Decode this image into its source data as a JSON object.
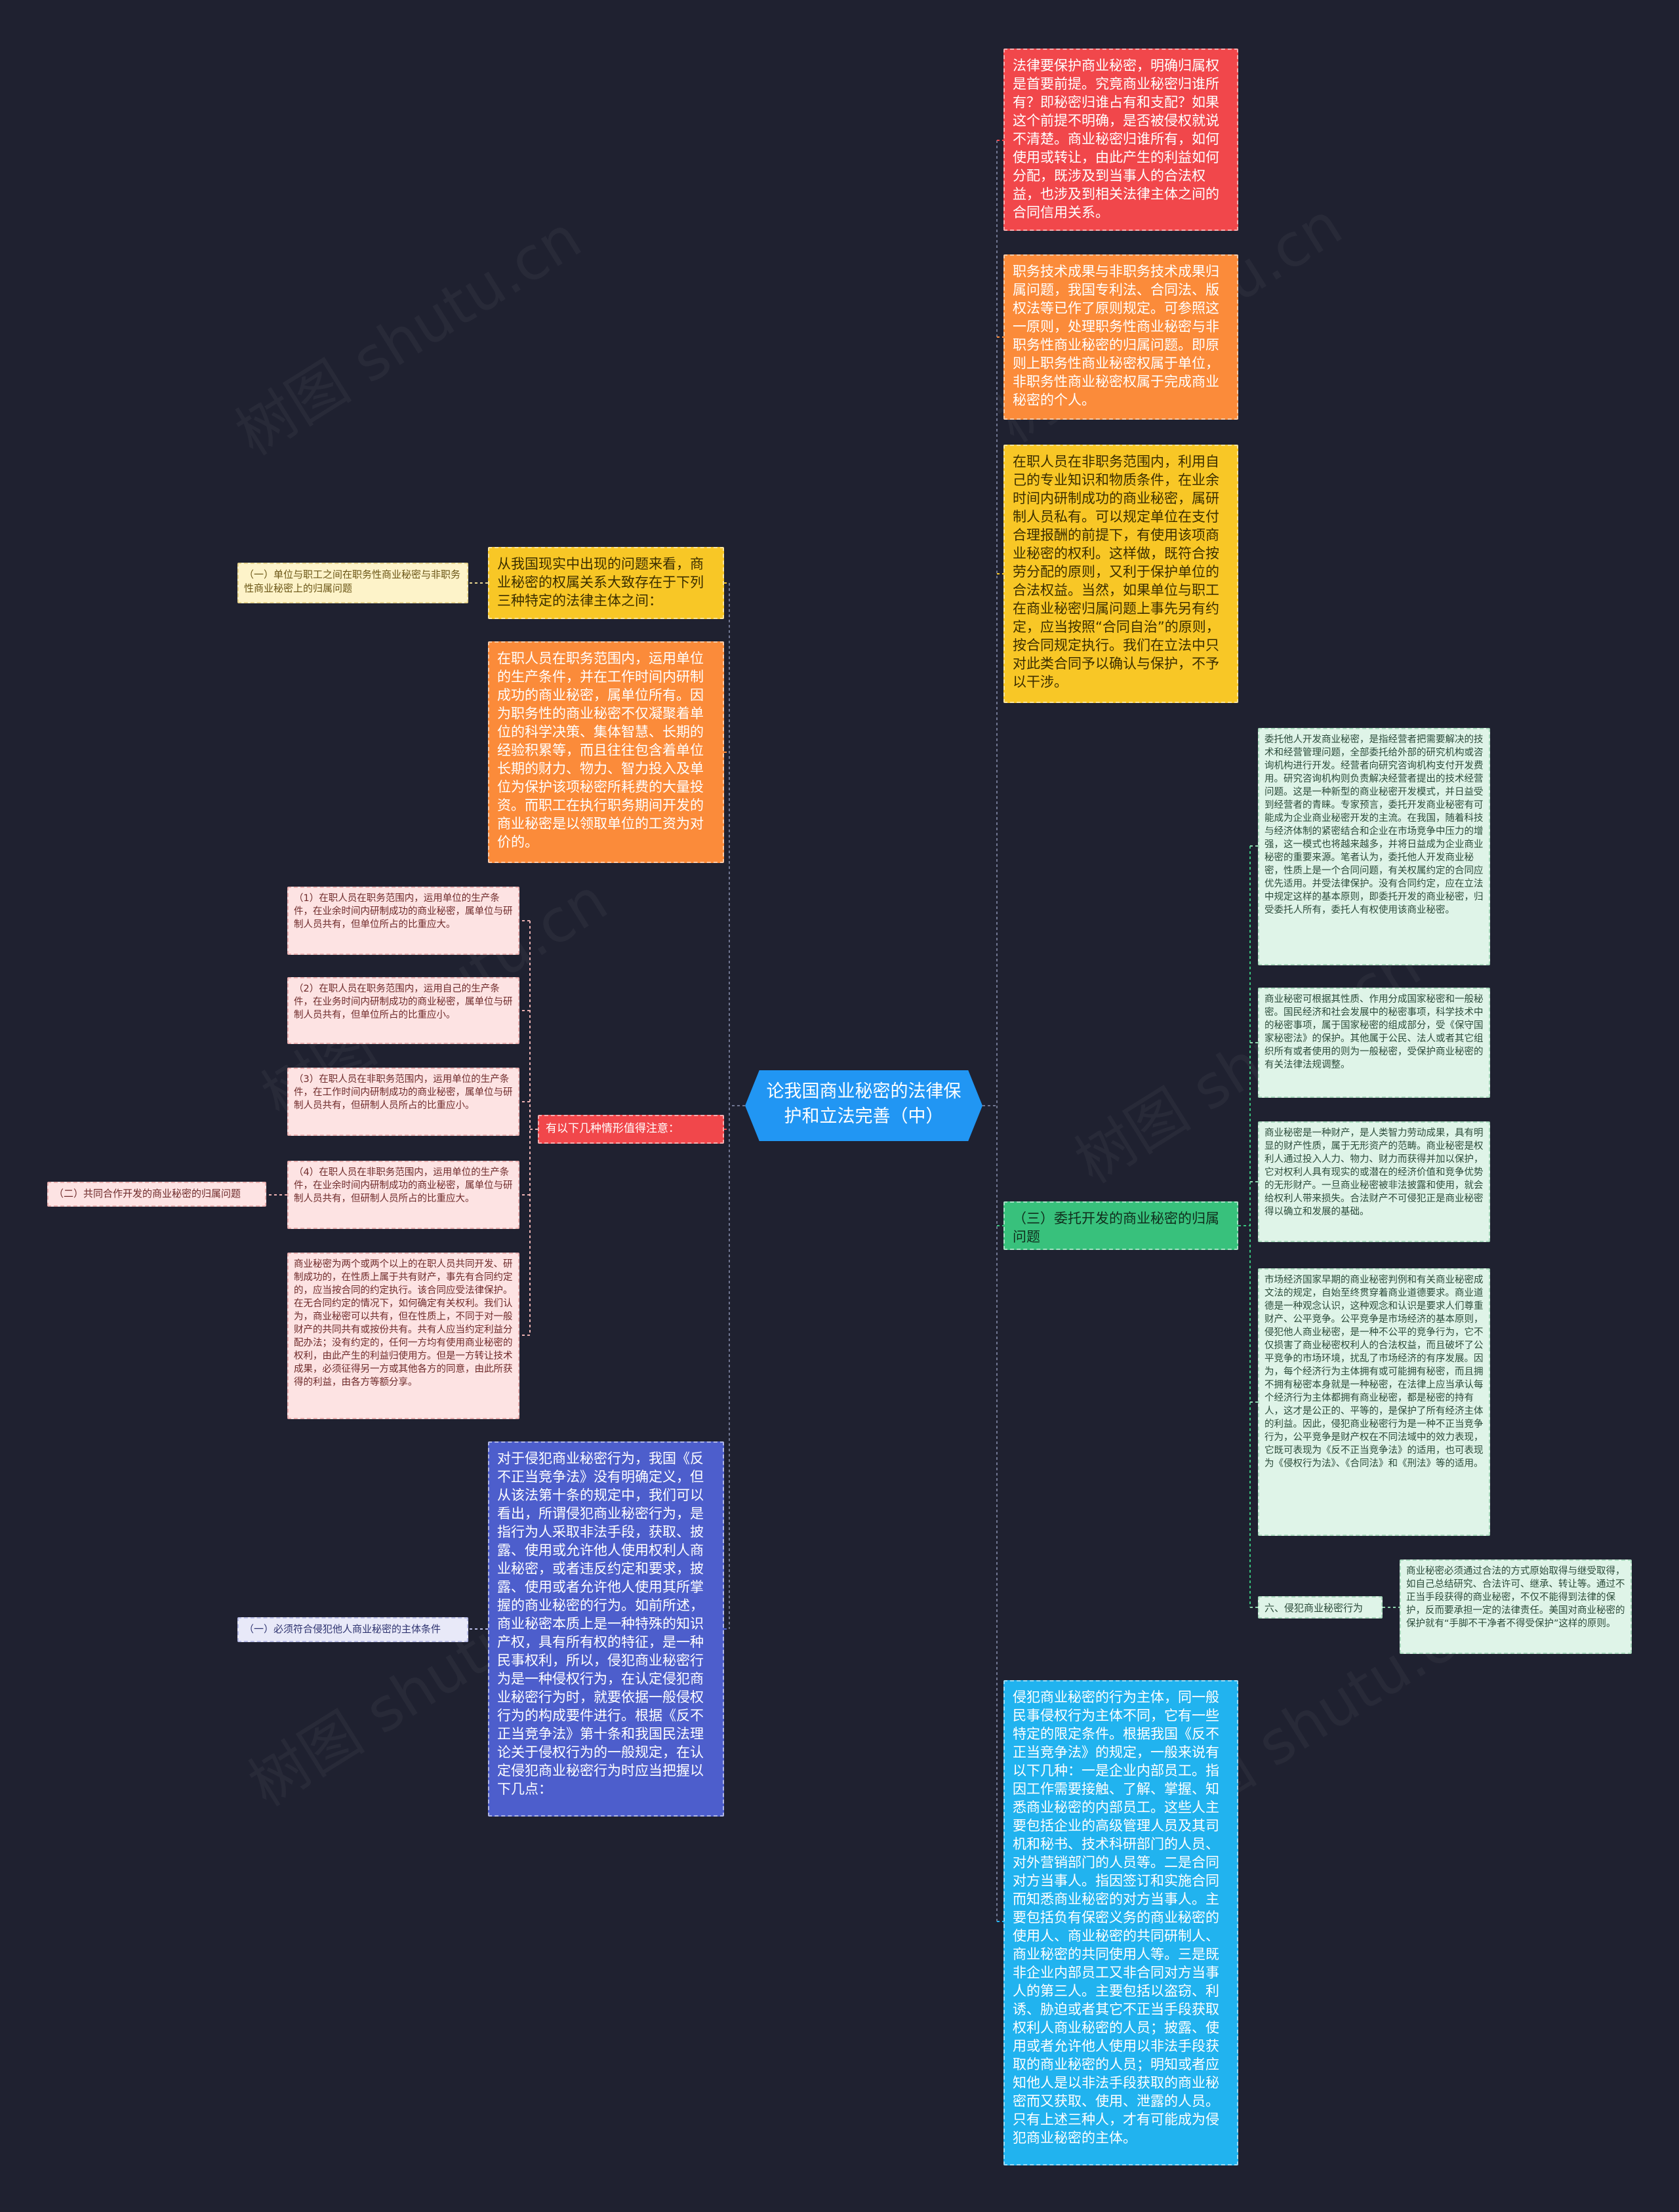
{
  "root": {
    "title": "论我国商业秘密的法律保护和立法完善（中）"
  },
  "watermark": "树图 shutu.cn",
  "right": {
    "r1": "法律要保护商业秘密，明确归属权是首要前提。究竟商业秘密归谁所有？即秘密归谁占有和支配？如果这个前提不明确，是否被侵权就说不清楚。商业秘密归谁所有，如何使用或转让，由此产生的利益如何分配，既涉及到当事人的合法权益，也涉及到相关法律主体之间的合同信用关系。",
    "r2": "职务技术成果与非职务技术成果归属问题，我国专利法、合同法、版权法等已作了原则规定。可参照这一原则，处理职务性商业秘密与非职务性商业秘密的归属问题。即原则上职务性商业秘密权属于单位，非职务性商业秘密权属于完成商业秘密的个人。",
    "r3": "在职人员在非职务范围内，利用自己的专业知识和物质条件，在业余时间内研制成功的商业秘密，属研制人员私有。可以规定单位在支付合理报酬的前提下，有使用该项商业秘密的权利。这样做，既符合按劳分配的原则，又利于保护单位的合法权益。当然，如果单位与职工在商业秘密归属问题上事先另有约定，应当按照“合同自治”的原则，按合同规定执行。我们在立法中只对此类合同予以确认与保护，不予以干涉。",
    "r4": "（三）委托开发的商业秘密的归属问题",
    "r5": "侵犯商业秘密的行为主体，同一般民事侵权行为主体不同，它有一些特定的限定条件。根据我国《反不正当竞争法》的规定，一般来说有以下几种：一是企业内部员工。指因工作需要接触、了解、掌握、知悉商业秘密的内部员工。这些人主要包括企业的高级管理人员及其司机和秘书、技术科研部门的人员、对外营销部门的人员等。二是合同对方当事人。指因签订和实施合同而知悉商业秘密的对方当事人。主要包括负有保密义务的商业秘密的使用人、商业秘密的共同研制人、商业秘密的共同使用人等。三是既非企业内部员工又非合同对方当事人的第三人。主要包括以盗窃、利诱、胁迫或者其它不正当手段获取权利人商业秘密的人员；披露、使用或者允许他人使用以非法手段获取的商业秘密的人员；明知或者应知他人是以非法手段获取的商业秘密而又获取、使用、泄露的人员。只有上述三种人，才有可能成为侵犯商业秘密的主体。",
    "m1": "委托他人开发商业秘密，是指经营者把需要解决的技术和经营管理问题，全部委托给外部的研究机构或咨询机构进行开发。经营者向研究咨询机构支付开发费用。研究咨询机构则负责解决经营者提出的技术经营问题。这是一种新型的商业秘密开发模式，并日益受到经营者的青睐。专家预言，委托开发商业秘密有可能成为企业商业秘密开发的主流。在我国，随着科技与经济体制的紧密结合和企业在市场竞争中压力的增强，这一模式也将越来越多，并将日益成为企业商业秘密的重要来源。笔者认为，委托他人开发商业秘密，性质上是一个合同问题，有关权属约定的合同应优先适用。并受法律保护。没有合同约定，应在立法中规定这样的基本原则，即委托开发的商业秘密，归受委托人所有，委托人有权使用该商业秘密。",
    "m2": "商业秘密可根据其性质、作用分成国家秘密和一般秘密。国民经济和社会发展中的秘密事项，科学技术中的秘密事项，属于国家秘密的组成部分，受《保守国家秘密法》的保护。其他属于公民、法人或者其它组织所有或者使用的则为一般秘密，受保护商业秘密的有关法律法规调整。",
    "m3": "商业秘密是一种财产，是人类智力劳动成果，具有明显的财产性质，属于无形资产的范畴。商业秘密是权利人通过投入人力、物力、财力而获得并加以保护，它对权利人具有现实的或潜在的经济价值和竞争优势的无形财产。一旦商业秘密被非法披露和使用，就会给权利人带来损失。合法财产不可侵犯正是商业秘密得以确立和发展的基础。",
    "m4": "市场经济国家早期的商业秘密判例和有关商业秘密成文法的规定，自始至终贯穿着商业道德要求。商业道德是一种观念认识，这种观念和认识是要求人们尊重财产、公平竞争。公平竞争是市场经济的基本原则，侵犯他人商业秘密，是一种不公平的竞争行为，它不仅损害了商业秘密权利人的合法权益，而且破坏了公平竞争的市场环境，扰乱了市场经济的有序发展。因为，每个经济行为主体拥有或可能拥有秘密，而且拥不拥有秘密本身就是一种秘密，在法律上应当承认每个经济行为主体都拥有商业秘密，都是秘密的持有人，这才是公正的、平等的，是保护了所有经济主体的利益。因此，侵犯商业秘密行为是一种不正当竞争行为，公平竞争是财产权在不同法域中的效力表现，它既可表现为《反不正当竞争法》的适用，也可表现为《侵权行为法》、《合同法》和《刑法》等的适用。",
    "six": "六、侵犯商业秘密行为",
    "m5": "商业秘密必须通过合法的方式原始取得与继受取得，如自己总结研究、合法许可、继承、转让等。通过不正当手段获得的商业秘密，不仅不能得到法律的保护，反而要承担一定的法律责任。美国对商业秘密的保护就有“手脚不干净者不得受保护”这样的原则。"
  },
  "left": {
    "l1": "从我国现实中出现的问题来看，商业秘密的权属关系大致存在于下列三种特定的法律主体之间：",
    "l1_child": "（一）单位与职工之间在职务性商业秘密与非职务性商业秘密上的归属问题",
    "l2": "在职人员在职务范围内，运用单位的生产条件，并在工作时间内研制成功的商业秘密，属单位所有。因为职务性的商业秘密不仅凝聚着单位的科学决策、集体智慧、长期的经验积累等，而且往往包含着单位长期的财力、物力、智力投入及单位为保护该项秘密所耗费的大量投资。而职工在执行职务期间开发的商业秘密是以领取单位的工资为对价的。",
    "l3": "有以下几种情形值得注意：",
    "p1": "（1）在职人员在职务范围内，运用单位的生产条件，在业余时间内研制成功的商业秘密，属单位与研制人员共有，但单位所占的比重应大。",
    "p2": "（2）在职人员在职务范围内，运用自己的生产条件，在业务时间内研制成功的商业秘密，属单位与研制人员共有，但单位所占的比重应小。",
    "p3": "（3）在职人员在非职务范围内，运用单位的生产条件，在工作时间内研制成功的商业秘密，属单位与研制人员共有，但研制人员所占的比重应小。",
    "p4": "（4）在职人员在非职务范围内，运用单位的生产条件，在业余时间内研制成功的商业秘密，属单位与研制人员共有，但研制人员所占的比重应大。",
    "p5": "商业秘密为两个或两个以上的在职人员共同开发、研制成功的，在性质上属于共有财产，事先有合同约定的，应当按合同的约定执行。该合同应受法律保护。在无合同约定的情况下，如何确定有关权利。我们认为，商业秘密可以共有，但在性质上，不同于对一般财产的共同共有或按份共有。共有人应当约定利益分配办法；没有约定的，任何一方均有使用商业秘密的权利，由此产生的利益归使用方。但是一方转让技术成果，必须征得另一方或其他各方的同意，由此所获得的利益，由各方等额分享。",
    "p_left": "（二）共同合作开发的商业秘密的归属问题",
    "l4": "对于侵犯商业秘密行为，我国《反不正当竞争法》没有明确定义，但从该法第十条的规定中，我们可以看出，所谓侵犯商业秘密行为，是指行为人采取非法手段，获取、披露、使用或允许他人使用权利人商业秘密，或者违反约定和要求，披露、使用或者允许他人使用其所掌握的商业秘密的行为。如前所述，商业秘密本质上是一种特殊的知识产权，具有所有权的特征，是一种民事权利，所以，侵犯商业秘密行为是一种侵权行为，在认定侵犯商业秘密行为时，就要依据一般侵权行为的构成要件进行。根据《反不正当竞争法》第十条和我国民法理论关于侵权行为的一般规定，在认定侵犯商业秘密行为时应当把握以下几点：",
    "l4_child": "（一）必须符合侵犯他人商业秘密的主体条件"
  }
}
